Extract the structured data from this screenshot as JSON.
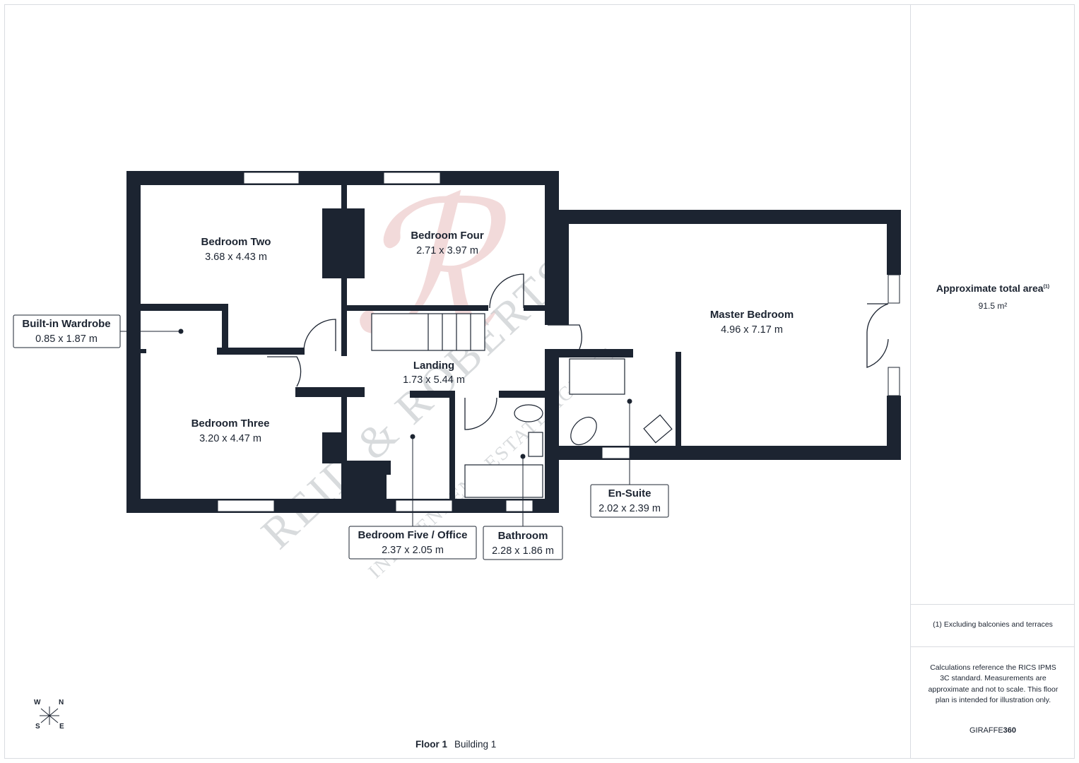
{
  "rooms": {
    "bedroom_two": {
      "name": "Bedroom Two",
      "dims": "3.68 x 4.43 m"
    },
    "bedroom_four": {
      "name": "Bedroom Four",
      "dims": "2.71 x 3.97 m"
    },
    "master_bedroom": {
      "name": "Master Bedroom",
      "dims": "4.96 x 7.17 m"
    },
    "landing": {
      "name": "Landing",
      "dims": "1.73 x 5.44 m"
    },
    "bedroom_three": {
      "name": "Bedroom Three",
      "dims": "3.20 x 4.47 m"
    },
    "built_in_wardrobe": {
      "name": "Built-in Wardrobe",
      "dims": "0.85 x 1.87 m"
    },
    "bedroom_five": {
      "name": "Bedroom Five / Office",
      "dims": "2.37 x 2.05 m"
    },
    "bathroom": {
      "name": "Bathroom",
      "dims": "2.28 x 1.86 m"
    },
    "en_suite": {
      "name": "En-Suite",
      "dims": "2.02 x 2.39 m"
    }
  },
  "sidebar": {
    "area_title": "Approximate total area",
    "area_superscript": "(1)",
    "area_value": "91.5 m²",
    "footnote": "(1) Excluding balconies and terraces",
    "disclaimer": "Calculations reference the RICS IPMS 3C standard. Measurements are approximate and not to scale. This floor plan is intended for illustration only.",
    "brand_prefix": "GIRAFFE",
    "brand_suffix": "360"
  },
  "footer": {
    "floor": "Floor 1",
    "building": "Building 1"
  },
  "compass": {
    "w": "W",
    "n": "N",
    "s": "S",
    "e": "E"
  },
  "watermark": {
    "line1": "REID & ROBERTS",
    "line2": "INDEPENDENT ESTATE AGENTS"
  },
  "colors": {
    "wall": "#1c2431",
    "watermark": "#d99a9a",
    "text": "#1c2431"
  }
}
